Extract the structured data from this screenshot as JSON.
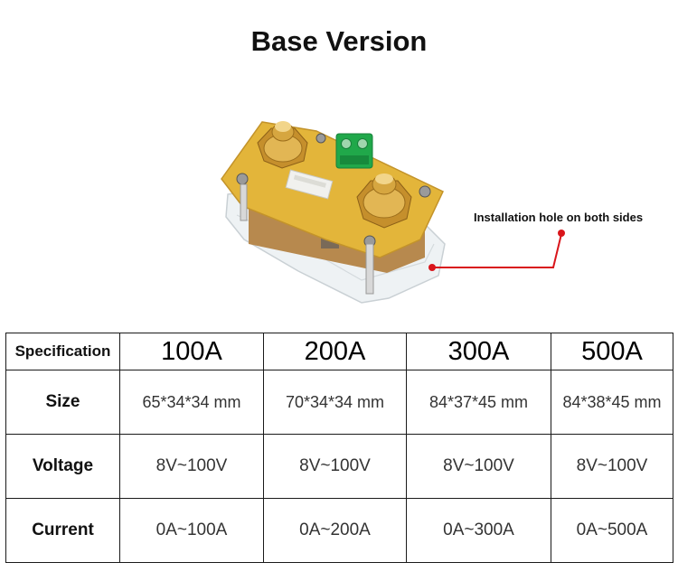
{
  "title": "Base Version",
  "callout": {
    "label": "Installation hole on both sides"
  },
  "table": {
    "corner_label": "Specification",
    "models": [
      "100A",
      "200A",
      "300A",
      "500A"
    ],
    "rows": [
      {
        "label": "Size",
        "values": [
          "65*34*34 mm",
          "70*34*34 mm",
          "84*37*45 mm",
          "84*38*45 mm"
        ]
      },
      {
        "label": "Voltage",
        "values": [
          "8V~100V",
          "8V~100V",
          "8V~100V",
          "8V~100V"
        ]
      },
      {
        "label": "Current",
        "values": [
          "0A~100A",
          "0A~200A",
          "0A~300A",
          "0A~500A"
        ]
      }
    ]
  },
  "colors": {
    "callout_line": "#d9151b",
    "pcb": "#e3b53a",
    "terminal_green": "#20a84a",
    "brass": "#d6a640"
  }
}
